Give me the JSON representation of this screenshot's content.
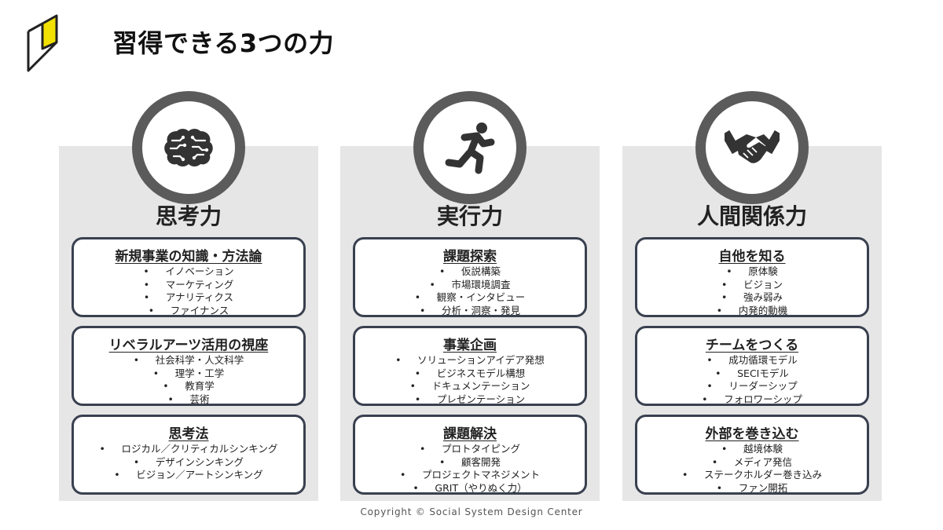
{
  "header": {
    "title": "習得できる3つの力"
  },
  "columns": [
    {
      "title": "思考力",
      "icon": "brain-icon",
      "cards": [
        {
          "title": "新規事業の知識・方法論",
          "items": [
            "イノベーション",
            "マーケティング",
            "アナリティクス",
            "ファイナンス"
          ]
        },
        {
          "title": "リベラルアーツ活用の視座",
          "items": [
            "社会科学・人文科学",
            "理学・工学",
            "教育学",
            "芸術"
          ]
        },
        {
          "title": "思考法",
          "items": [
            "ロジカル／クリティカルシンキング",
            "デザインシンキング",
            "ビジョン／アートシンキング"
          ]
        }
      ]
    },
    {
      "title": "実行力",
      "icon": "running-person-icon",
      "cards": [
        {
          "title": "課題探索",
          "items": [
            "仮説構築",
            "市場環境調査",
            "観察・インタビュー",
            "分析・洞察・発見"
          ]
        },
        {
          "title": "事業企画",
          "items": [
            "ソリューションアイデア発想",
            "ビジネスモデル構想",
            "ドキュメンテーション",
            "プレゼンテーション"
          ]
        },
        {
          "title": "課題解決",
          "items": [
            "プロトタイピング",
            "顧客開発",
            "プロジェクトマネジメント",
            "GRIT（やりぬく力）"
          ]
        }
      ]
    },
    {
      "title": "人間関係力",
      "icon": "handshake-icon",
      "cards": [
        {
          "title": "自他を知る",
          "items": [
            "原体験",
            "ビジョン",
            "強み弱み",
            "内発的動機"
          ]
        },
        {
          "title": "チームをつくる",
          "items": [
            "成功循環モデル",
            "SECIモデル",
            "リーダーシップ",
            "フォロワーシップ"
          ]
        },
        {
          "title": "外部を巻き込む",
          "items": [
            "越境体験",
            "メディア発信",
            "ステークホルダー巻き込み",
            "ファン開拓"
          ]
        }
      ]
    }
  ],
  "footer": {
    "copyright": "Copyright © Social System Design Center"
  },
  "colors": {
    "accent": "#f2e100",
    "card_border": "#39404f",
    "panel": "#e6e6e6",
    "icon_ring": "#5b5b5b"
  }
}
